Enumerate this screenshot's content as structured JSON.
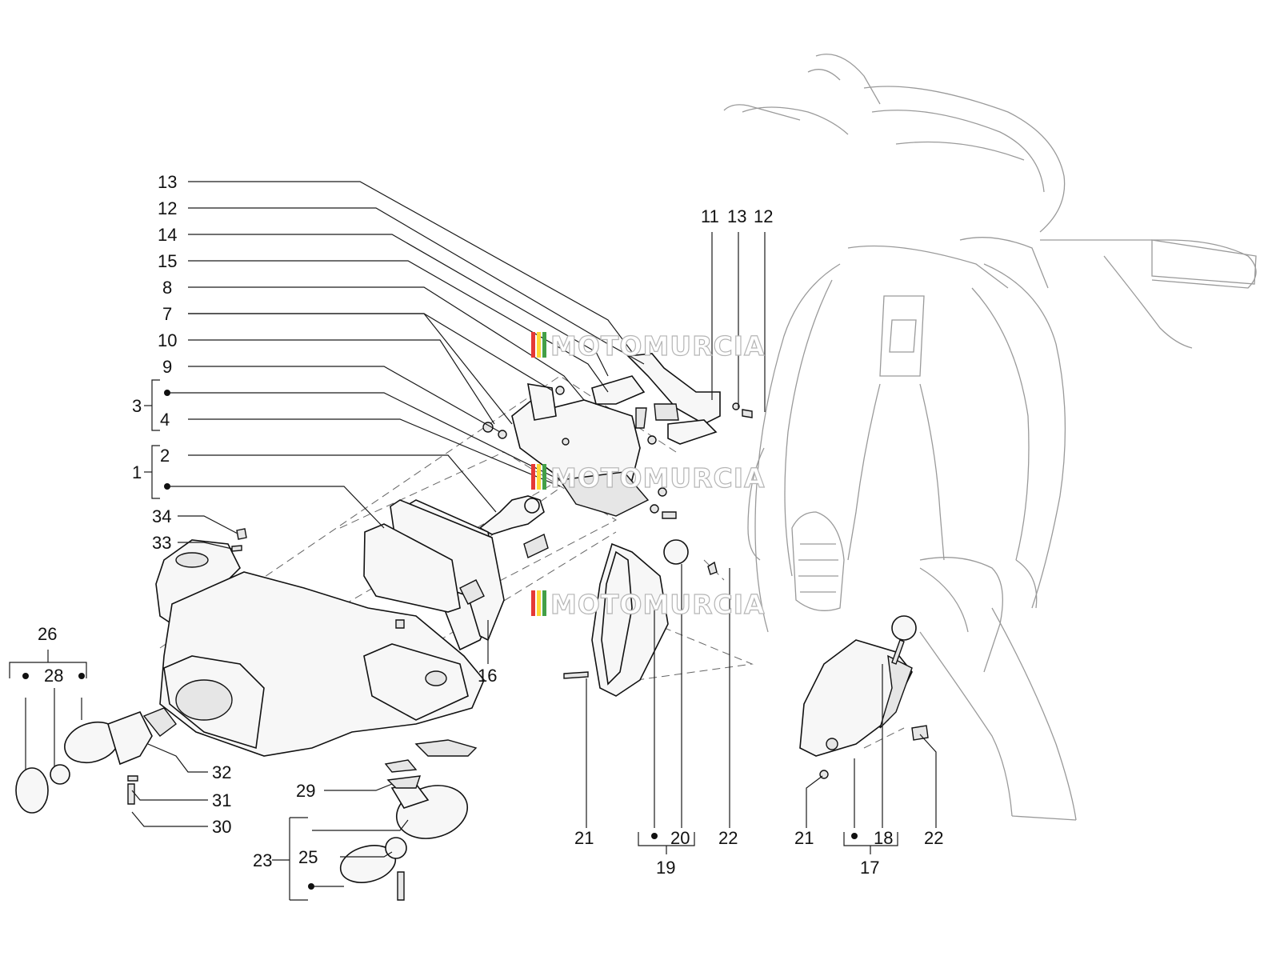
{
  "watermark": {
    "text": "MOTOMURCIA",
    "stripe_colors": [
      "#e53935",
      "#fdd835",
      "#43a047"
    ]
  },
  "callouts": {
    "c13a": "13",
    "c12a": "12",
    "c14": "14",
    "c15": "15",
    "c8": "8",
    "c7": "7",
    "c10": "10",
    "c9": "9",
    "c3": "3",
    "c4": "4",
    "c1": "1",
    "c2": "2",
    "c34": "34",
    "c33": "33",
    "c26": "26",
    "c28": "28",
    "c32": "32",
    "c31": "31",
    "c30": "30",
    "c29": "29",
    "c23": "23",
    "c25": "25",
    "c16": "16",
    "c11": "11",
    "c13b": "13",
    "c12b": "12",
    "c20": "20",
    "c19": "19",
    "c21a": "21",
    "c22a": "22",
    "c21b": "21",
    "c18": "18",
    "c17": "17",
    "c22b": "22"
  },
  "parts": {
    "handlebar_cover": "handlebar-cover",
    "headlight": "headlight-unit",
    "bulb": "headlight-bulb",
    "bracket": "headlight-bracket",
    "left_indicator": "front-turn-indicator-left",
    "right_indicator": "front-turn-indicator-right",
    "side_lens": "side-light-lens",
    "scooter": "scooter-front-outline"
  }
}
